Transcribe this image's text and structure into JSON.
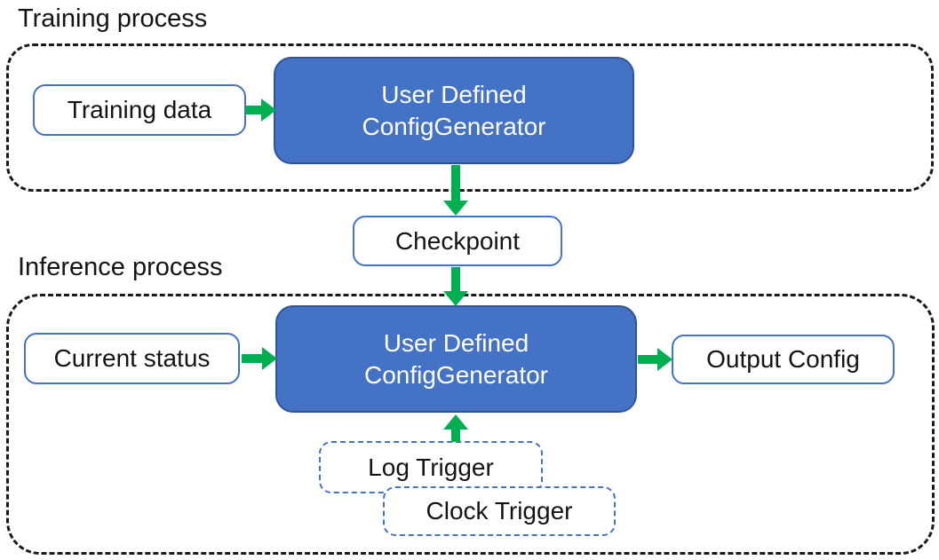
{
  "diagram": {
    "sections": [
      {
        "label": "Training process"
      },
      {
        "label": "Inference process"
      }
    ],
    "nodes": {
      "training_data": "Training data",
      "generator_training": {
        "line1": "User Defined",
        "line2": "ConfigGenerator"
      },
      "checkpoint": "Checkpoint",
      "current_status": "Current status",
      "generator_inference": {
        "line1": "User Defined",
        "line2": "ConfigGenerator"
      },
      "output_config": "Output Config",
      "log_trigger": "Log Trigger",
      "clock_trigger": "Clock Trigger"
    },
    "edges": [
      {
        "from": "training_data",
        "to": "generator_training",
        "direction": "right"
      },
      {
        "from": "generator_training",
        "to": "checkpoint",
        "direction": "down"
      },
      {
        "from": "checkpoint",
        "to": "generator_inference",
        "direction": "down"
      },
      {
        "from": "current_status",
        "to": "generator_inference",
        "direction": "right"
      },
      {
        "from": "generator_inference",
        "to": "output_config",
        "direction": "right"
      },
      {
        "from": "log_trigger",
        "to": "generator_inference",
        "direction": "up"
      }
    ]
  },
  "colors": {
    "green": "#00b050",
    "blue_fill": "#4472c4",
    "blue_dark": "#2f5597",
    "blue_border": "#4472c4",
    "text_dark": "#141414",
    "container_border": "#1a1a1a"
  }
}
